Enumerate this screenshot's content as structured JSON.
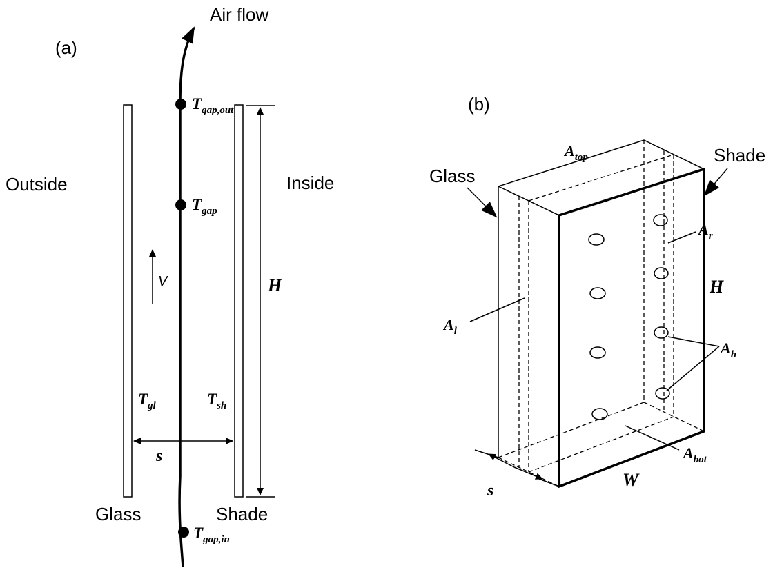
{
  "panel_a": {
    "label": "(a)",
    "air_flow": "Air flow",
    "outside": "Outside",
    "inside": "Inside",
    "glass": "Glass",
    "shade": "Shade",
    "velocity": "V",
    "height": "H",
    "spacing": "s",
    "t_gap_out": {
      "main": "T",
      "sub": "gap,out"
    },
    "t_gap": {
      "main": "T",
      "sub": "gap"
    },
    "t_gap_in": {
      "main": "T",
      "sub": "gap,in"
    },
    "t_gl": {
      "main": "T",
      "sub": "gl"
    },
    "t_sh": {
      "main": "T",
      "sub": "sh"
    }
  },
  "panel_b": {
    "label": "(b)",
    "glass": "Glass",
    "shade": "Shade",
    "height": "H",
    "width": "W",
    "spacing": "s",
    "a_top": {
      "main": "A",
      "sub": "top"
    },
    "a_r": {
      "main": "A",
      "sub": "r"
    },
    "a_l": {
      "main": "A",
      "sub": "l"
    },
    "a_h": {
      "main": "A",
      "sub": "h"
    },
    "a_bot": {
      "main": "A",
      "sub": "bot"
    }
  }
}
